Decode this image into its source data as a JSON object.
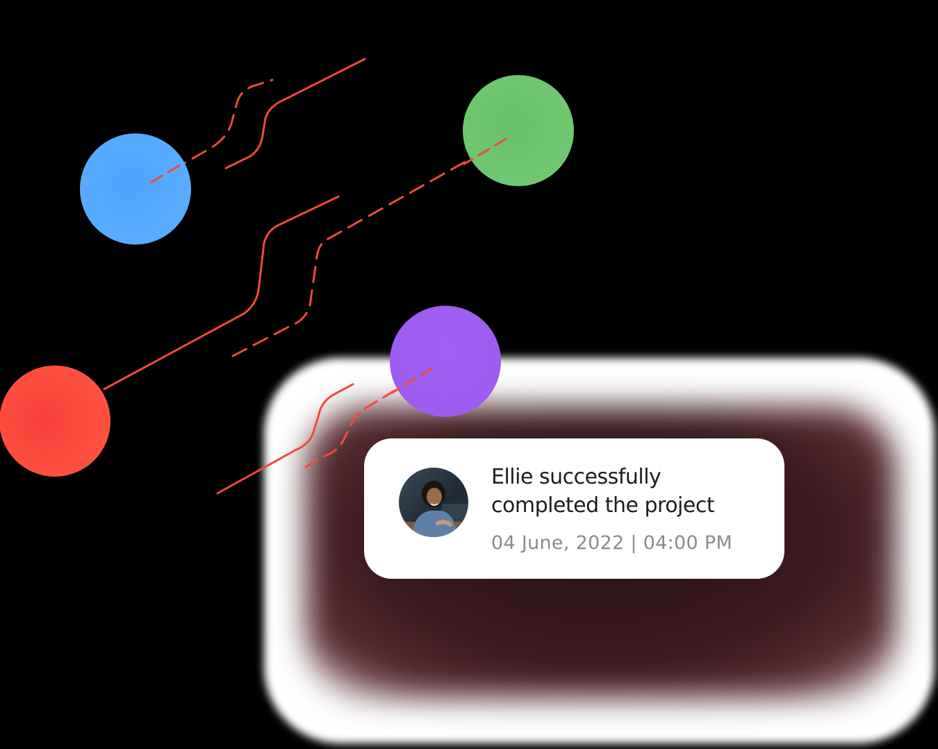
{
  "notification": {
    "title": "Ellie successfully completed the project",
    "date": "04 June, 2022",
    "separator": "|",
    "time": "04:00 PM"
  },
  "colors": {
    "blue": "#55A8FF",
    "green": "#6CC46C",
    "red": "#FF4A3A",
    "purple": "#A262F2",
    "link": "#F04A3A"
  }
}
